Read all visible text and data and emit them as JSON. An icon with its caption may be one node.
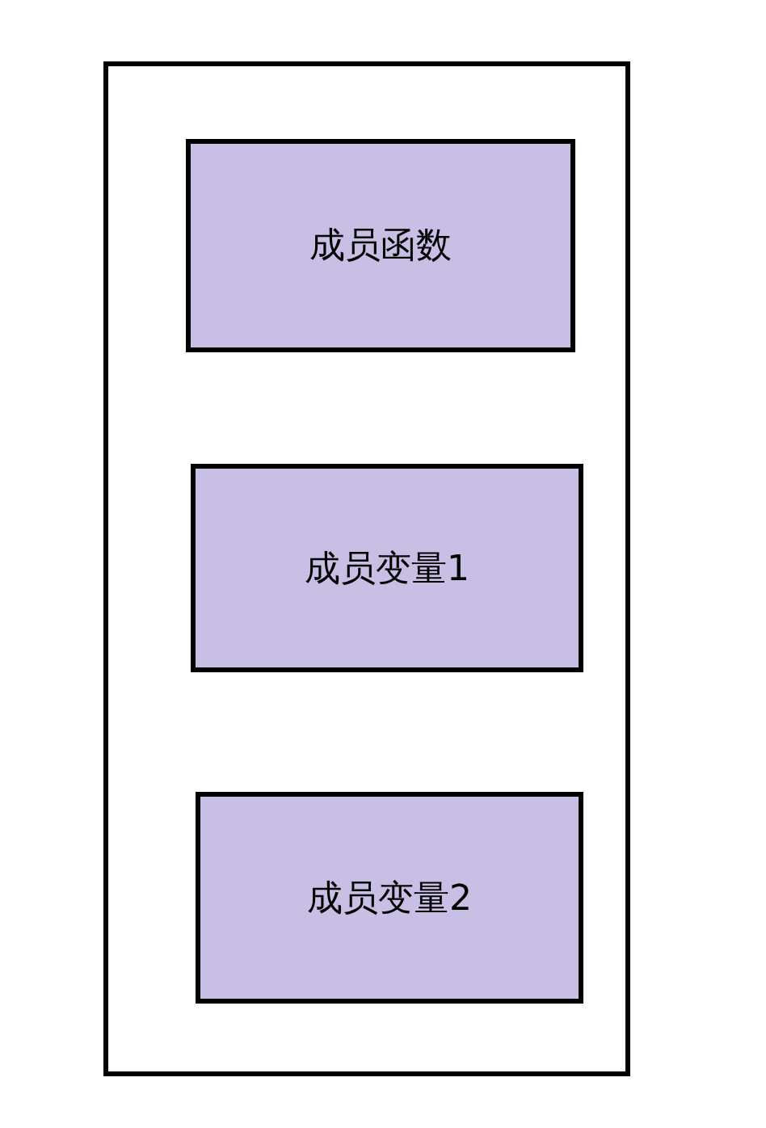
{
  "diagram": {
    "nodes": [
      {
        "text": [],
        "shape": "box"
      },
      {
        "text": [
          "成员函数"
        ],
        "in": 0
      },
      {
        "text": [
          "成员变量1"
        ],
        "in": 0
      },
      {
        "text": [
          "成员变量2"
        ],
        "in": 0
      }
    ]
  }
}
